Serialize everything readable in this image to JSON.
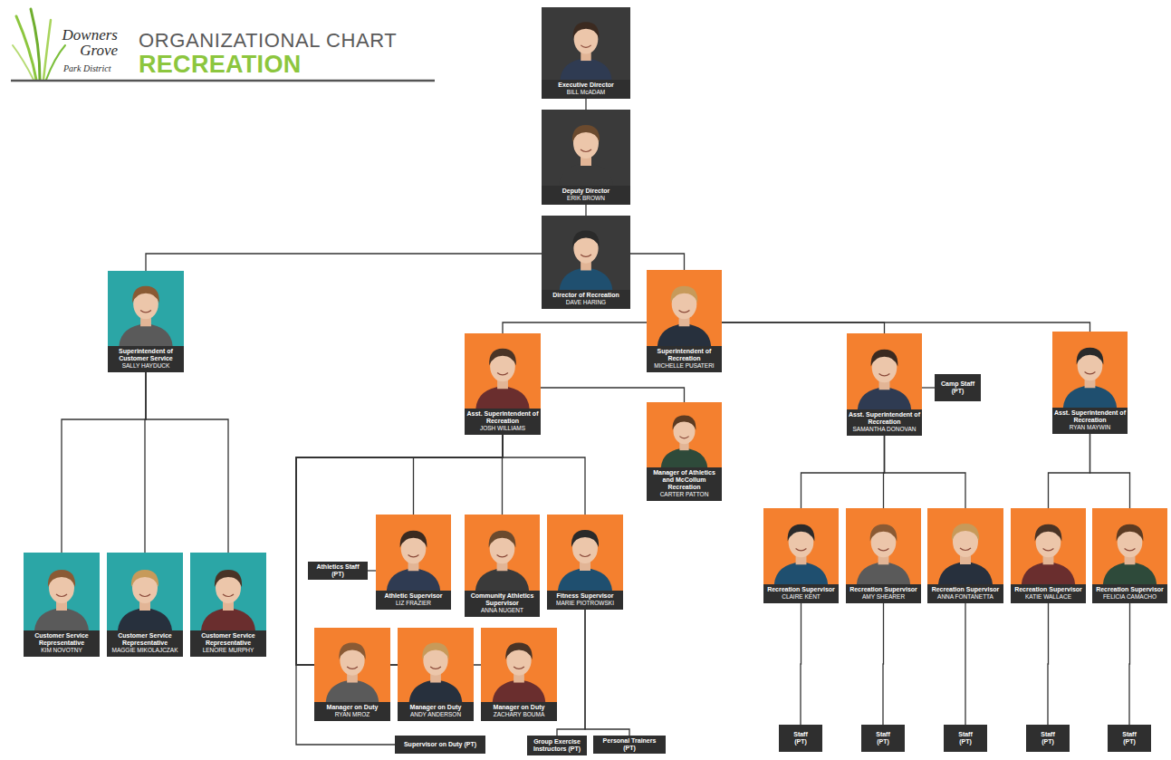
{
  "diagram": {
    "title": "ORGANIZATIONAL CHART",
    "nodes": [
      {
        "text": [
          "Executive Director",
          "BILL McADAM"
        ]
      },
      {
        "text": [
          "Deputy Director",
          "ERIK BROWN"
        ]
      },
      {
        "text": [
          "Director of Recreation",
          "DAVE HARING"
        ]
      },
      {
        "text": [
          "Superintendent of Customer Service",
          "SALLY HAYDUCK"
        ]
      },
      {
        "text": [
          "Superintendent of Recreation",
          "MICHELLE PUSATERI"
        ]
      },
      {
        "text": [
          "Asst. Superintendent of Recreation",
          "JOSH WILLIAMS"
        ]
      },
      {
        "text": [
          "Manager of Athletics and McCollum Recreation",
          "CARTER PATTON"
        ]
      },
      {
        "text": [
          "Asst. Superintendent of Recreation",
          "SAMANTHA DONOVAN"
        ]
      },
      {
        "text": [
          "Camp Staff (PT)"
        ]
      },
      {
        "text": [
          "Asst. Superintendent of Recreation",
          "RYAN MAYWIN"
        ]
      },
      {
        "text": [
          "Customer Service Representative",
          "KIM NOVOTNY"
        ]
      },
      {
        "text": [
          "Customer Service Representative",
          "MAGGIE MIKOLAJCZAK"
        ]
      },
      {
        "text": [
          "Customer Service Representative",
          "LENORE MURPHY"
        ]
      },
      {
        "text": [
          "Athletics Staff (PT)"
        ]
      },
      {
        "text": [
          "Athletic Supervisor",
          "LIZ FRAZIER"
        ]
      },
      {
        "text": [
          "Community Athletics Supervisor",
          "ANNA NUGENT"
        ]
      },
      {
        "text": [
          "Fitness Supervisor",
          "MARIE PIOTROWSKI"
        ]
      },
      {
        "text": [
          "Manager on Duty",
          "RYAN MROZ"
        ]
      },
      {
        "text": [
          "Manager on Duty",
          "ANDY ANDERSON"
        ]
      },
      {
        "text": [
          "Manager on Duty",
          "ZACHARY BOUMA"
        ]
      },
      {
        "text": [
          "Supervisor on Duty (PT)"
        ]
      },
      {
        "text": [
          "Group Exercise Instructors (PT)"
        ]
      },
      {
        "text": [
          "Personal Trainers (PT)"
        ]
      },
      {
        "text": [
          "Recreation Supervisor",
          "CLAIRE KENT"
        ]
      },
      {
        "text": [
          "Recreation Supervisor",
          "AMY SHEARER"
        ]
      },
      {
        "text": [
          "Recreation Supervisor",
          "ANNA FONTANETTA"
        ]
      },
      {
        "text": [
          "Recreation Supervisor",
          "KATIE WALLACE"
        ]
      },
      {
        "text": [
          "Recreation Supervisor",
          "FELICIA CAMACHO"
        ]
      },
      {
        "text": [
          "Staff (PT)"
        ]
      },
      {
        "text": [
          "Staff (PT)"
        ]
      },
      {
        "text": [
          "Staff (PT)"
        ]
      },
      {
        "text": [
          "Staff (PT)"
        ]
      },
      {
        "text": [
          "Staff (PT)"
        ]
      }
    ],
    "edges": [
      {
        "from": 0,
        "to": 1,
        "arrow": "none"
      },
      {
        "from": 1,
        "to": 2,
        "arrow": "none"
      },
      {
        "from": 2,
        "to": 3,
        "arrow": "none"
      },
      {
        "from": 2,
        "to": 4,
        "arrow": "none"
      },
      {
        "from": 3,
        "to": 10,
        "arrow": "none"
      },
      {
        "from": 3,
        "to": 11,
        "arrow": "none"
      },
      {
        "from": 3,
        "to": 12,
        "arrow": "none"
      },
      {
        "from": 4,
        "to": 5,
        "arrow": "none"
      },
      {
        "from": 4,
        "to": 7,
        "arrow": "none"
      },
      {
        "from": 4,
        "to": 9,
        "arrow": "none"
      },
      {
        "from": 5,
        "to": 6,
        "arrow": "none"
      },
      {
        "from": 5,
        "to": 14,
        "arrow": "none"
      },
      {
        "from": 5,
        "to": 15,
        "arrow": "none"
      },
      {
        "from": 5,
        "to": 16,
        "arrow": "none"
      },
      {
        "from": 5,
        "to": 17,
        "arrow": "none"
      },
      {
        "from": 5,
        "to": 18,
        "arrow": "none"
      },
      {
        "from": 5,
        "to": 19,
        "arrow": "none"
      },
      {
        "from": 5,
        "to": 20,
        "arrow": "none"
      },
      {
        "from": 14,
        "to": 13,
        "arrow": "none"
      },
      {
        "from": 16,
        "to": 21,
        "arrow": "none"
      },
      {
        "from": 16,
        "to": 22,
        "arrow": "none"
      },
      {
        "from": 7,
        "to": 8,
        "arrow": "none"
      },
      {
        "from": 7,
        "to": 23,
        "arrow": "none"
      },
      {
        "from": 7,
        "to": 24,
        "arrow": "none"
      },
      {
        "from": 7,
        "to": 25,
        "arrow": "none"
      },
      {
        "from": 9,
        "to": 26,
        "arrow": "none"
      },
      {
        "from": 9,
        "to": 27,
        "arrow": "none"
      },
      {
        "from": 23,
        "to": 28,
        "arrow": "none"
      },
      {
        "from": 24,
        "to": 29,
        "arrow": "none"
      },
      {
        "from": 25,
        "to": 30,
        "arrow": "none"
      },
      {
        "from": 26,
        "to": 31,
        "arrow": "none"
      },
      {
        "from": 27,
        "to": 32,
        "arrow": "none"
      }
    ],
    "labels": [
      "RECREATION",
      "Downers Grove",
      "Park District"
    ]
  }
}
